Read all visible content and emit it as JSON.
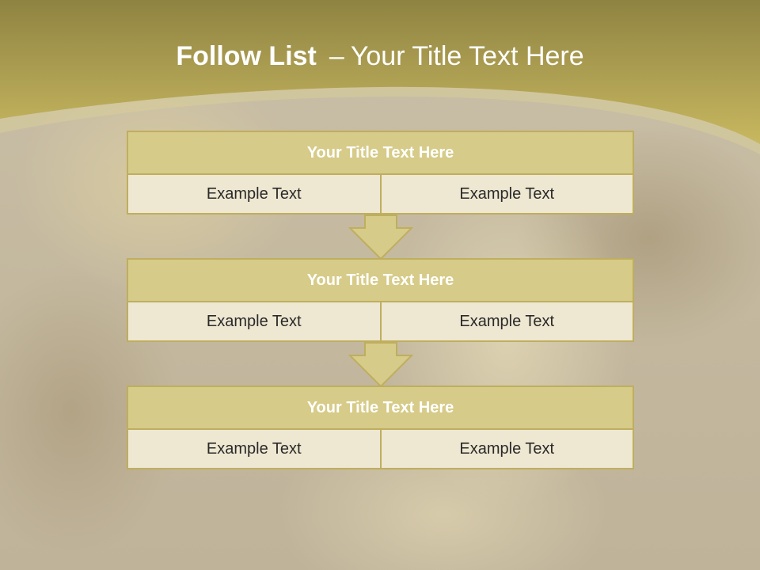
{
  "slide": {
    "title_bold": "Follow List",
    "title_dash": "–",
    "title_rest": "Your Title Text Here"
  },
  "colors": {
    "band_top": "#8f8342",
    "band_bottom": "#c8b860",
    "header_fill": "#d6cb88",
    "border": "#bfae5e",
    "cell_fill": "#eee7d1"
  },
  "groups": [
    {
      "title": "Your Title Text Here",
      "left": "Example Text",
      "right": "Example Text"
    },
    {
      "title": "Your Title Text Here",
      "left": "Example Text",
      "right": "Example Text"
    },
    {
      "title": "Your Title Text Here",
      "left": "Example Text",
      "right": "Example Text"
    }
  ]
}
